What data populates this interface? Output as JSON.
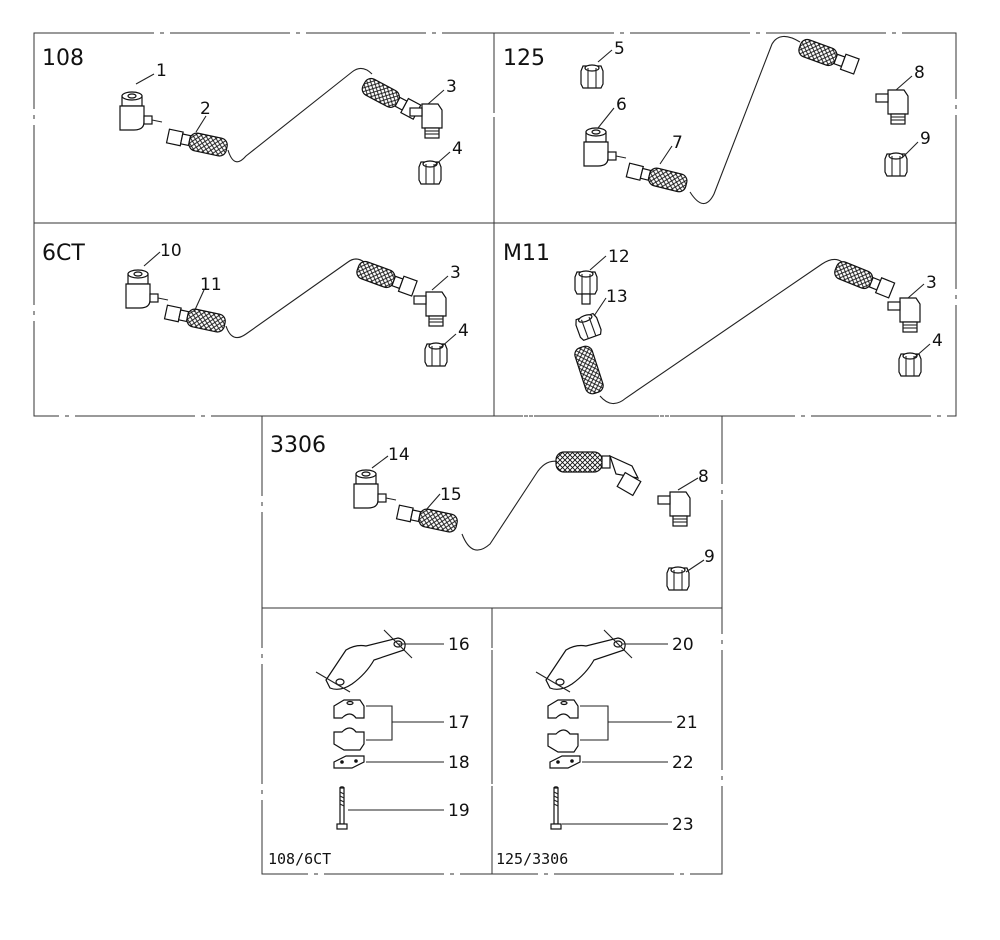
{
  "diagram": {
    "panels": [
      {
        "id": "p108",
        "label": "108"
      },
      {
        "id": "p125",
        "label": "125"
      },
      {
        "id": "p6ct",
        "label": "6CT"
      },
      {
        "id": "pm11",
        "label": "M11"
      },
      {
        "id": "p3306",
        "label": "3306"
      },
      {
        "id": "pclamp108",
        "label": "108/6CT"
      },
      {
        "id": "pclamp125",
        "label": "125/3306"
      }
    ],
    "callouts": {
      "c1": "1",
      "c2": "2",
      "c3a": "3",
      "c4a": "4",
      "c5": "5",
      "c6": "6",
      "c7": "7",
      "c8a": "8",
      "c9a": "9",
      "c10": "10",
      "c11": "11",
      "c3b": "3",
      "c4b": "4",
      "c12": "12",
      "c13": "13",
      "c3c": "3",
      "c4c": "4",
      "c14": "14",
      "c15": "15",
      "c8b": "8",
      "c9b": "9",
      "c16": "16",
      "c17": "17",
      "c18": "18",
      "c19": "19",
      "c20": "20",
      "c21": "21",
      "c22": "22",
      "c23": "23"
    }
  }
}
